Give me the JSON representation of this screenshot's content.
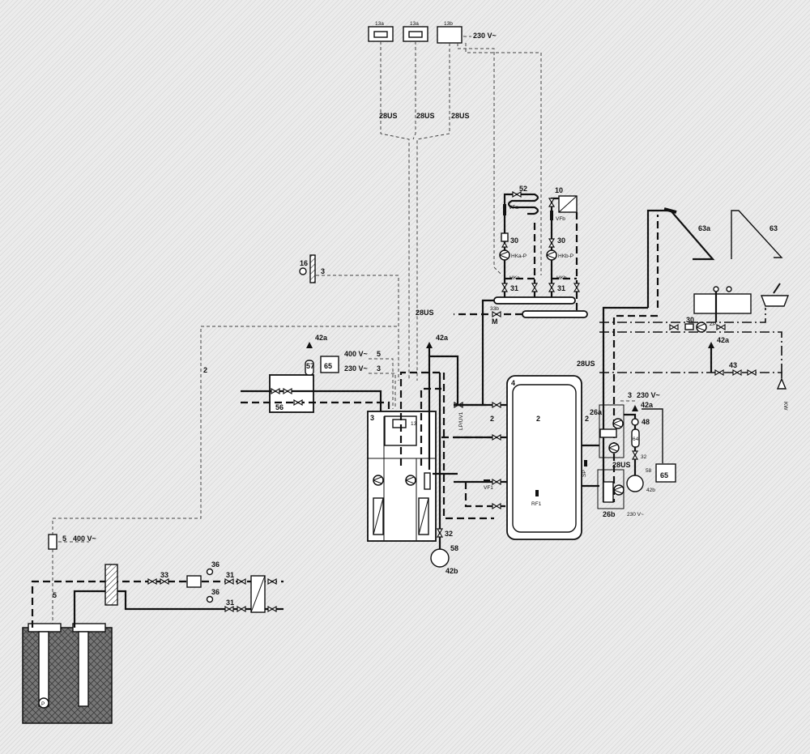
{
  "controllers": {
    "c1": "13a",
    "c2": "13a",
    "c3": "13b",
    "power": "230 V~"
  },
  "bus": {
    "b1": "28US",
    "b2": "28US",
    "b3": "28US",
    "b4": "28US",
    "b5": "28US",
    "b6": "28US"
  },
  "heating_circuits": {
    "mixer_valve": "52",
    "zone_valve": "10",
    "flow_sensor_a": "VFa",
    "flow_sensor_b": "VFb",
    "strainer_a": "30",
    "strainer_b": "30",
    "pump_a": "HKa-P",
    "pump_b": "HKb-P",
    "circuit_a": "HKa",
    "circuit_b": "HKb",
    "valve_a": "31",
    "valve_b": "31",
    "bypass_valve": "33b",
    "motor": "M"
  },
  "solar": {
    "collector_a": "63a",
    "collector_b": "63"
  },
  "outdoor_sensor": {
    "id": "16",
    "cable": "3"
  },
  "dhw": {
    "strainer": "30",
    "circ_pump": "ZP",
    "safety_valve": "42a",
    "backflow": "43",
    "cold_water": "KW"
  },
  "brine": {
    "cable": "2",
    "safety_valve": "42a",
    "exp_tank": "57",
    "fill_tank": "65",
    "power": "400 V~",
    "power_cable": "5",
    "power2": "230 V~",
    "power2_cable": "3",
    "unit": "56"
  },
  "heat_pump": {
    "unit_cable": "3",
    "controller": "13",
    "safety_valve": "42a",
    "switch_valve": "LP/UV1",
    "valve": "32",
    "drain": "58",
    "exp_vessel": "42b"
  },
  "storage": {
    "tank": "4",
    "cable_a": "2",
    "cable_b": "2",
    "cable_c": "2",
    "sensor_sp": "SP",
    "sensor_vf1": "VF1",
    "sensor_rf1": "RF1"
  },
  "solar_station": {
    "station_a": "26a",
    "station_b": "26b",
    "cable": "3",
    "power": "230 V~",
    "safety": "42a",
    "gauge": "48",
    "vessel": "64",
    "valve": "32",
    "drain": "58",
    "exp": "42b",
    "tank": "65",
    "power_small": "230 V~"
  },
  "well": {
    "cable": "5",
    "power": "400 V~",
    "cable2": "5",
    "valve": "33",
    "thermo1": "36",
    "thermo2": "36",
    "valve1": "31",
    "valve2": "31",
    "pump": "P"
  }
}
